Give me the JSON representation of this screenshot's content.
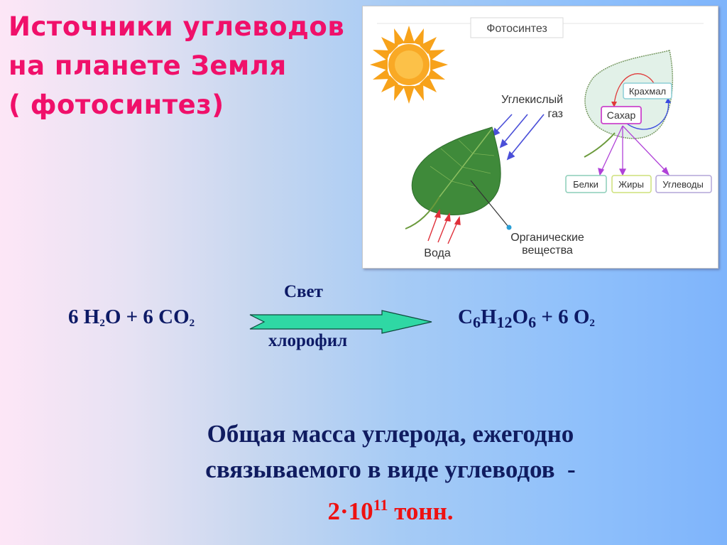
{
  "slide": {
    "title_lines": [
      "Источники углеводов",
      "на планете Земля",
      "( фотосинтез)"
    ],
    "colors": {
      "title": "#f0106a",
      "text": "#0d1a66",
      "highlight": "#ee1111",
      "arrow_fill": "#2fd8a4",
      "bg_left": "#fde6f6",
      "bg_right": "#7eb4fb"
    }
  },
  "figure": {
    "heading": "Фотосинтез",
    "labels": {
      "co2": [
        "Углекислый",
        "газ"
      ],
      "water": "Вода",
      "organic": [
        "Органические",
        "вещества"
      ],
      "starch": "Крахмал",
      "sugar": "Сахар",
      "proteins": "Белки",
      "fats": "Жиры",
      "carbs": "Углеводы"
    },
    "icons": [
      "sun-icon",
      "leaf-icon",
      "leaf-outline-icon"
    ]
  },
  "equation": {
    "left": {
      "c1": "6 H",
      "s1": "2",
      "c2": "O + 6 CO",
      "s2": "2"
    },
    "condition_top": "Свет",
    "condition_bottom": "хлорофил",
    "right": {
      "c1": "C",
      "s1": "6",
      "c2": "H",
      "s2": "12",
      "c3": "O",
      "s3": "6",
      "c4": " + 6 O",
      "s4": "2"
    }
  },
  "summary": {
    "line1": "Общая масса углерода, ежегодно",
    "line2": "связываемого в виде углеводов  -",
    "value_base": "2·10",
    "value_exp": "11",
    "value_unit": " тонн."
  }
}
